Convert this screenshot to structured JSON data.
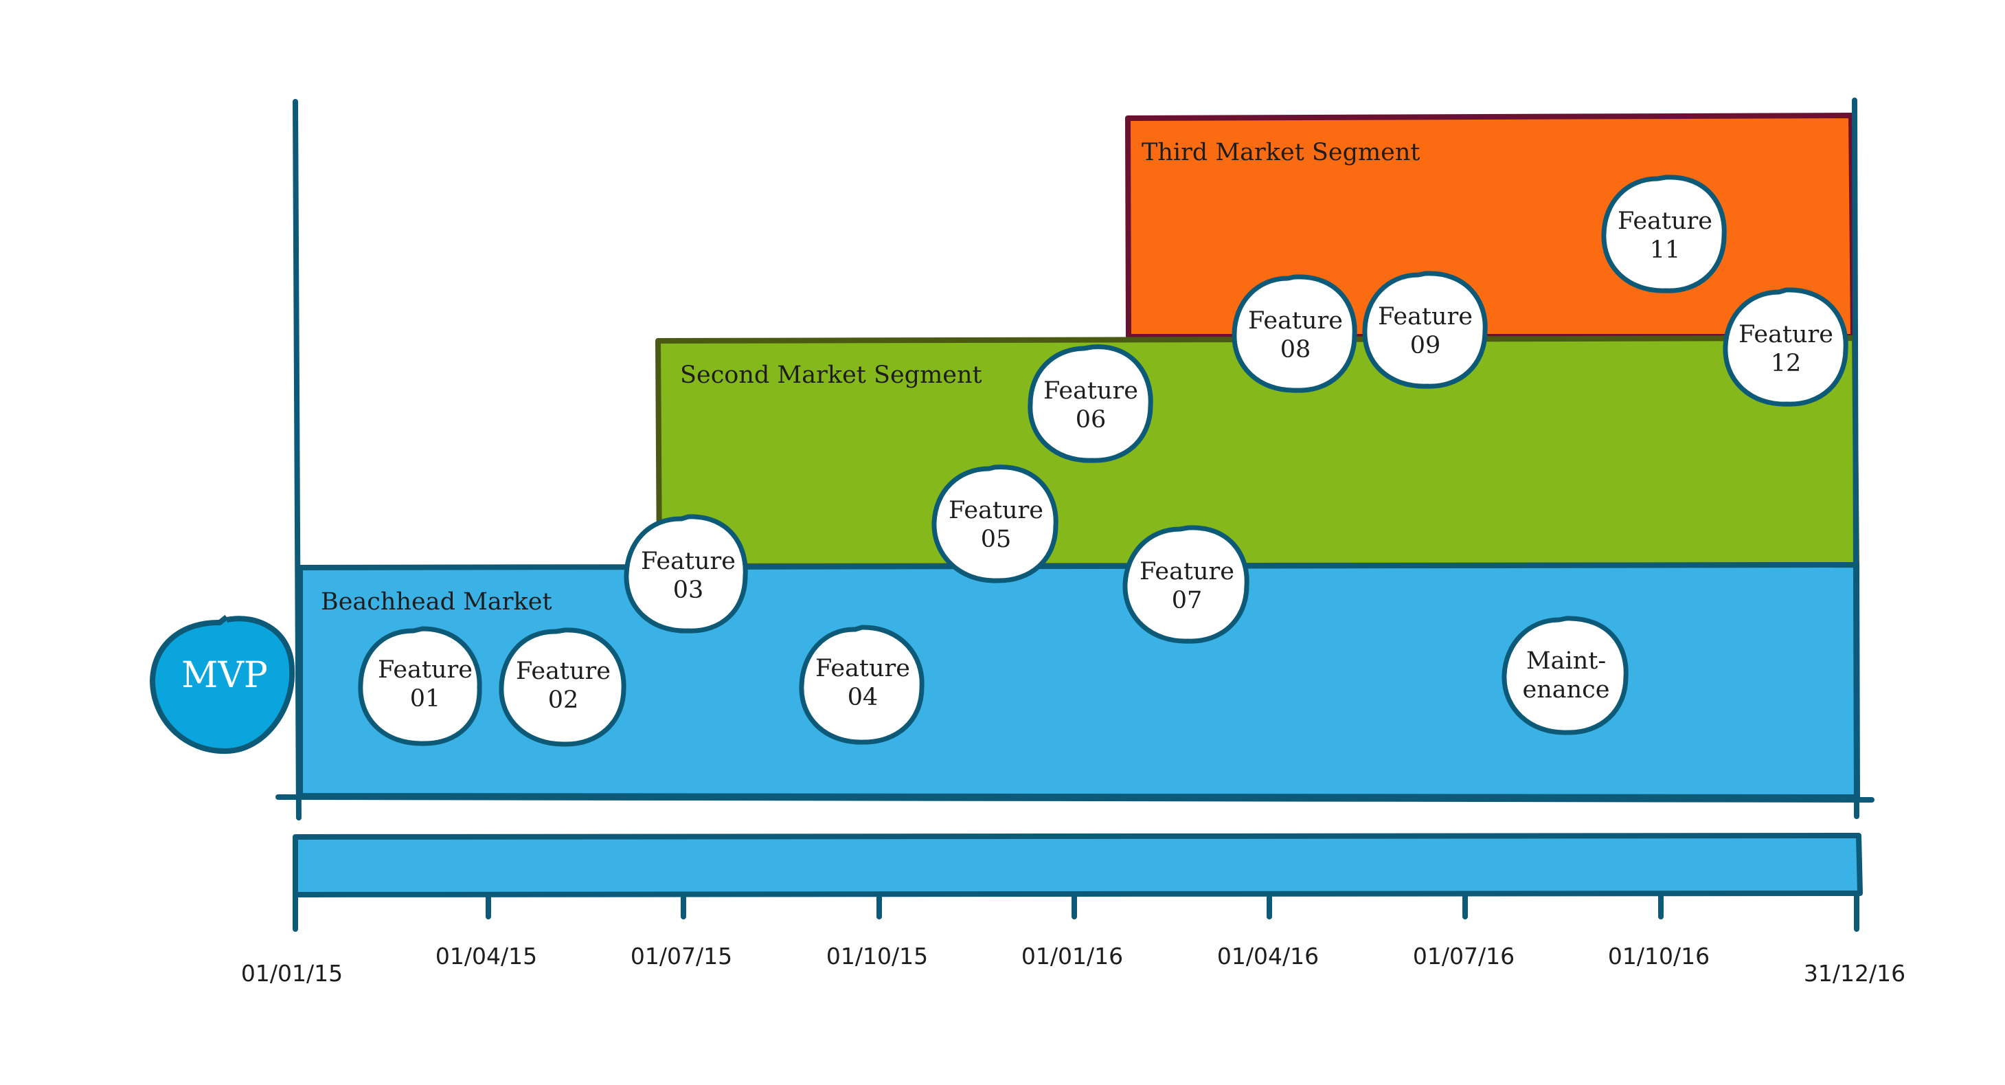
{
  "segments": {
    "beachhead": {
      "label": "Beachhead Market",
      "color": "#3ab2e6"
    },
    "second": {
      "label": "Second Market Segment",
      "color": "#85b81a"
    },
    "third": {
      "label": "Third Market Segment",
      "color": "#fb6b12"
    }
  },
  "mvp": {
    "label": "MVP",
    "color": "#0ba5de"
  },
  "features": [
    {
      "line1": "Feature",
      "line2": "01"
    },
    {
      "line1": "Feature",
      "line2": "02"
    },
    {
      "line1": "Feature",
      "line2": "03"
    },
    {
      "line1": "Feature",
      "line2": "04"
    },
    {
      "line1": "Feature",
      "line2": "05"
    },
    {
      "line1": "Feature",
      "line2": "06"
    },
    {
      "line1": "Feature",
      "line2": "07"
    },
    {
      "line1": "Feature",
      "line2": "08"
    },
    {
      "line1": "Feature",
      "line2": "09"
    },
    {
      "line1": "Feature",
      "line2": "11"
    },
    {
      "line1": "Feature",
      "line2": "12"
    },
    {
      "line1": "Maint-",
      "line2": "enance"
    }
  ],
  "timeline": {
    "ticks": [
      "01/01/15",
      "01/04/15",
      "01/07/15",
      "01/10/15",
      "01/01/16",
      "01/04/16",
      "01/07/16",
      "01/10/16",
      "31/12/16"
    ]
  },
  "colors": {
    "outline": "#0d5a78",
    "third_border": "#6a1030",
    "second_border": "#4a5a12",
    "bubble_fill": "#ffffff"
  }
}
